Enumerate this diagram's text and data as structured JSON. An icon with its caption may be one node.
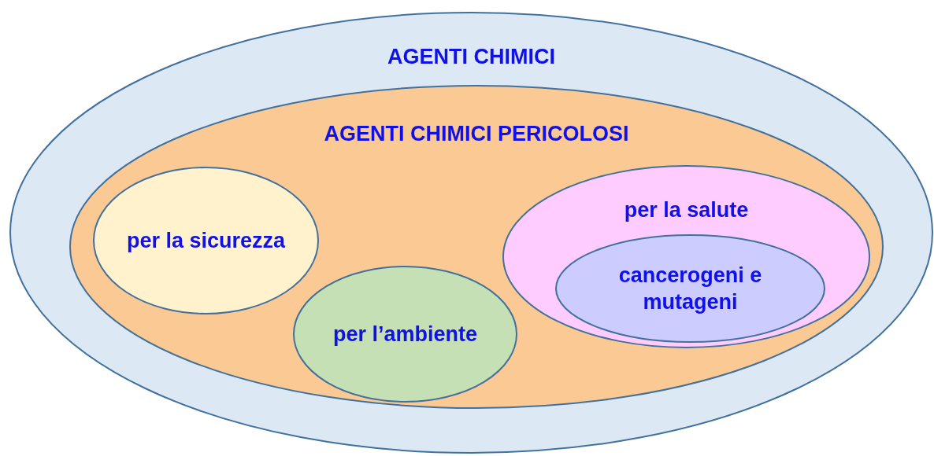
{
  "diagram": {
    "nodes": [
      {
        "text": [
          "AGENTI CHIMICI"
        ]
      },
      {
        "text": [
          "AGENTI CHIMICI PERICOLOSI"
        ],
        "in": 0
      },
      {
        "text": [
          "per la sicurezza"
        ],
        "in": 1
      },
      {
        "text": [
          "per l’ambiente"
        ],
        "in": 1
      },
      {
        "text": [
          "per la salute"
        ],
        "in": 1
      },
      {
        "text": [
          "cancerogeni e mutageni"
        ],
        "in": 4
      }
    ]
  }
}
